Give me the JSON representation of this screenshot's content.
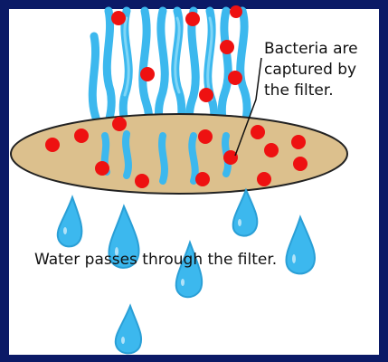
{
  "diagram": {
    "callout": {
      "lines": [
        "Bacteria are",
        "captured by",
        "the filter."
      ]
    },
    "caption": "Water passes through the filter.",
    "colors": {
      "frame": "#0b1a66",
      "panel": "#ffffff",
      "water": "#3cb8ee",
      "water_outline": "#2a9fd6",
      "bacteria": "#ee1111",
      "filter_fill": "#dcc08d",
      "filter_outline": "#222222",
      "text": "#111111"
    }
  }
}
